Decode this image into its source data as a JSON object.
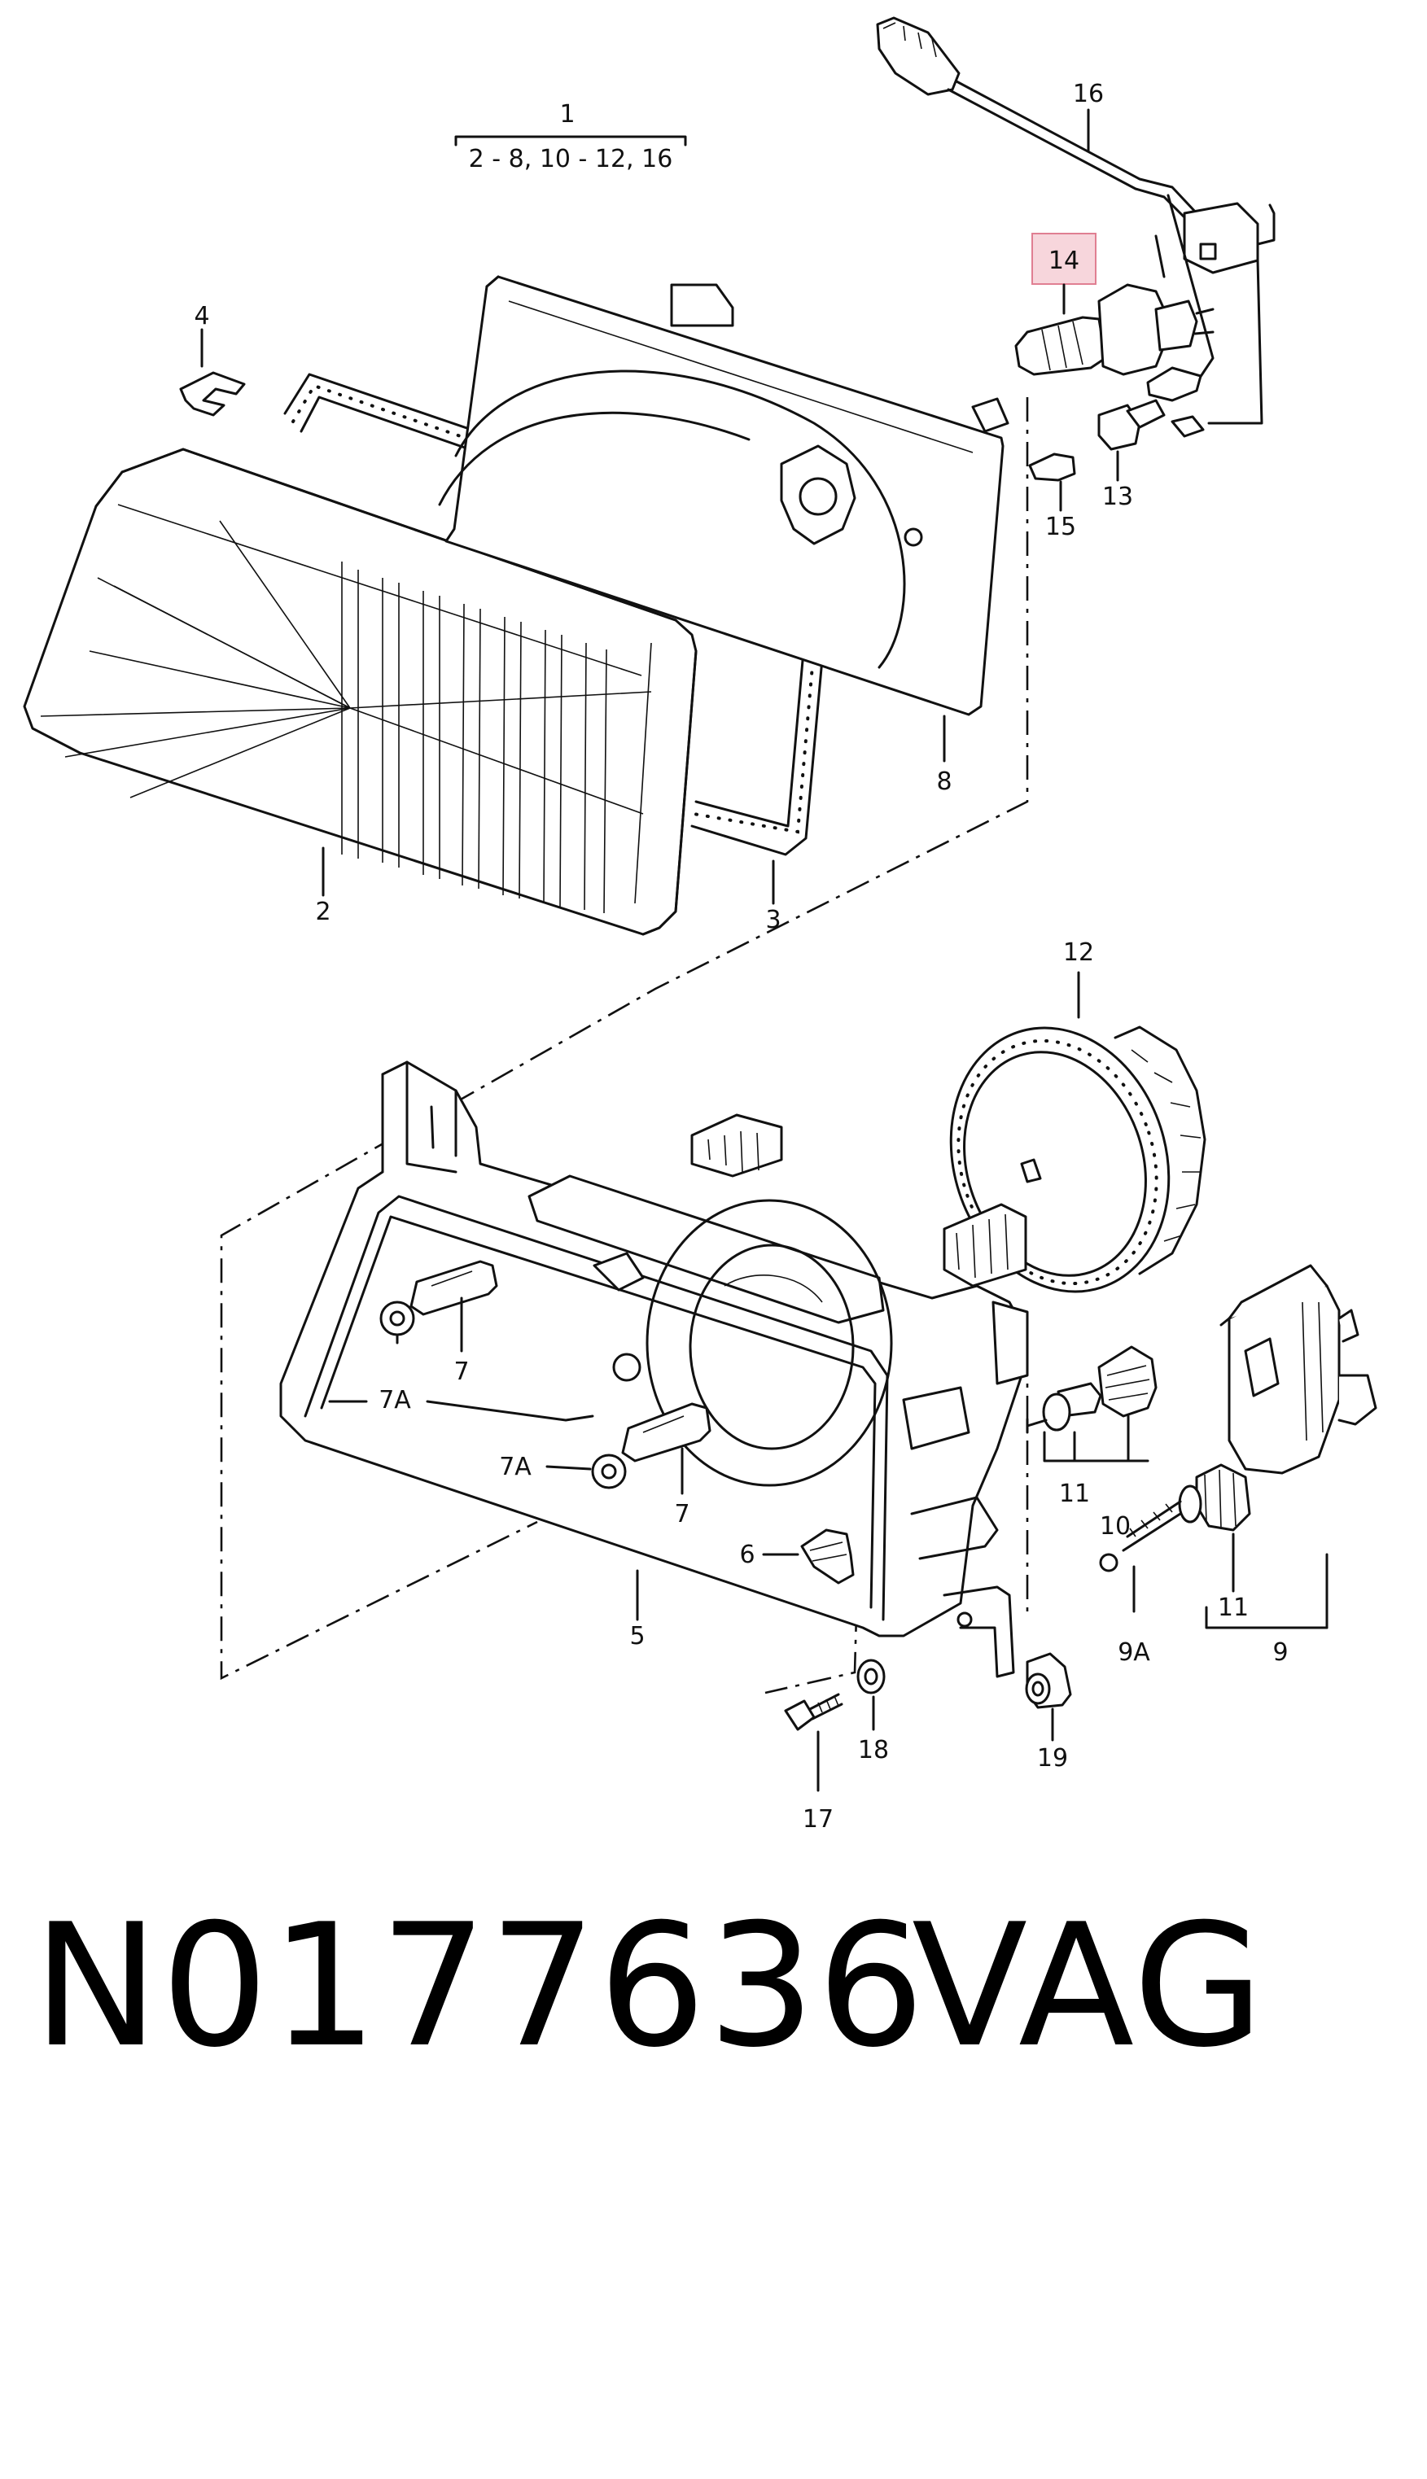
{
  "diagram": {
    "group_label": "1",
    "group_range": "2 - 8,  10 - 12,  16",
    "highlighted_part": "14",
    "callouts": {
      "c2": "2",
      "c3": "3",
      "c4": "4",
      "c5": "5",
      "c6": "6",
      "c7a": "7",
      "c7b": "7",
      "c7A_a": "7A",
      "c7A_b": "7A",
      "c8": "8",
      "c9": "9",
      "c9A": "9A",
      "c10": "10",
      "c11a": "11",
      "c11b": "11",
      "c12": "12",
      "c13": "13",
      "c14": "14",
      "c15": "15",
      "c16": "16",
      "c17": "17",
      "c18": "18",
      "c19": "19"
    }
  },
  "footer": {
    "part_number": "N0177636",
    "brand": "VAG"
  }
}
